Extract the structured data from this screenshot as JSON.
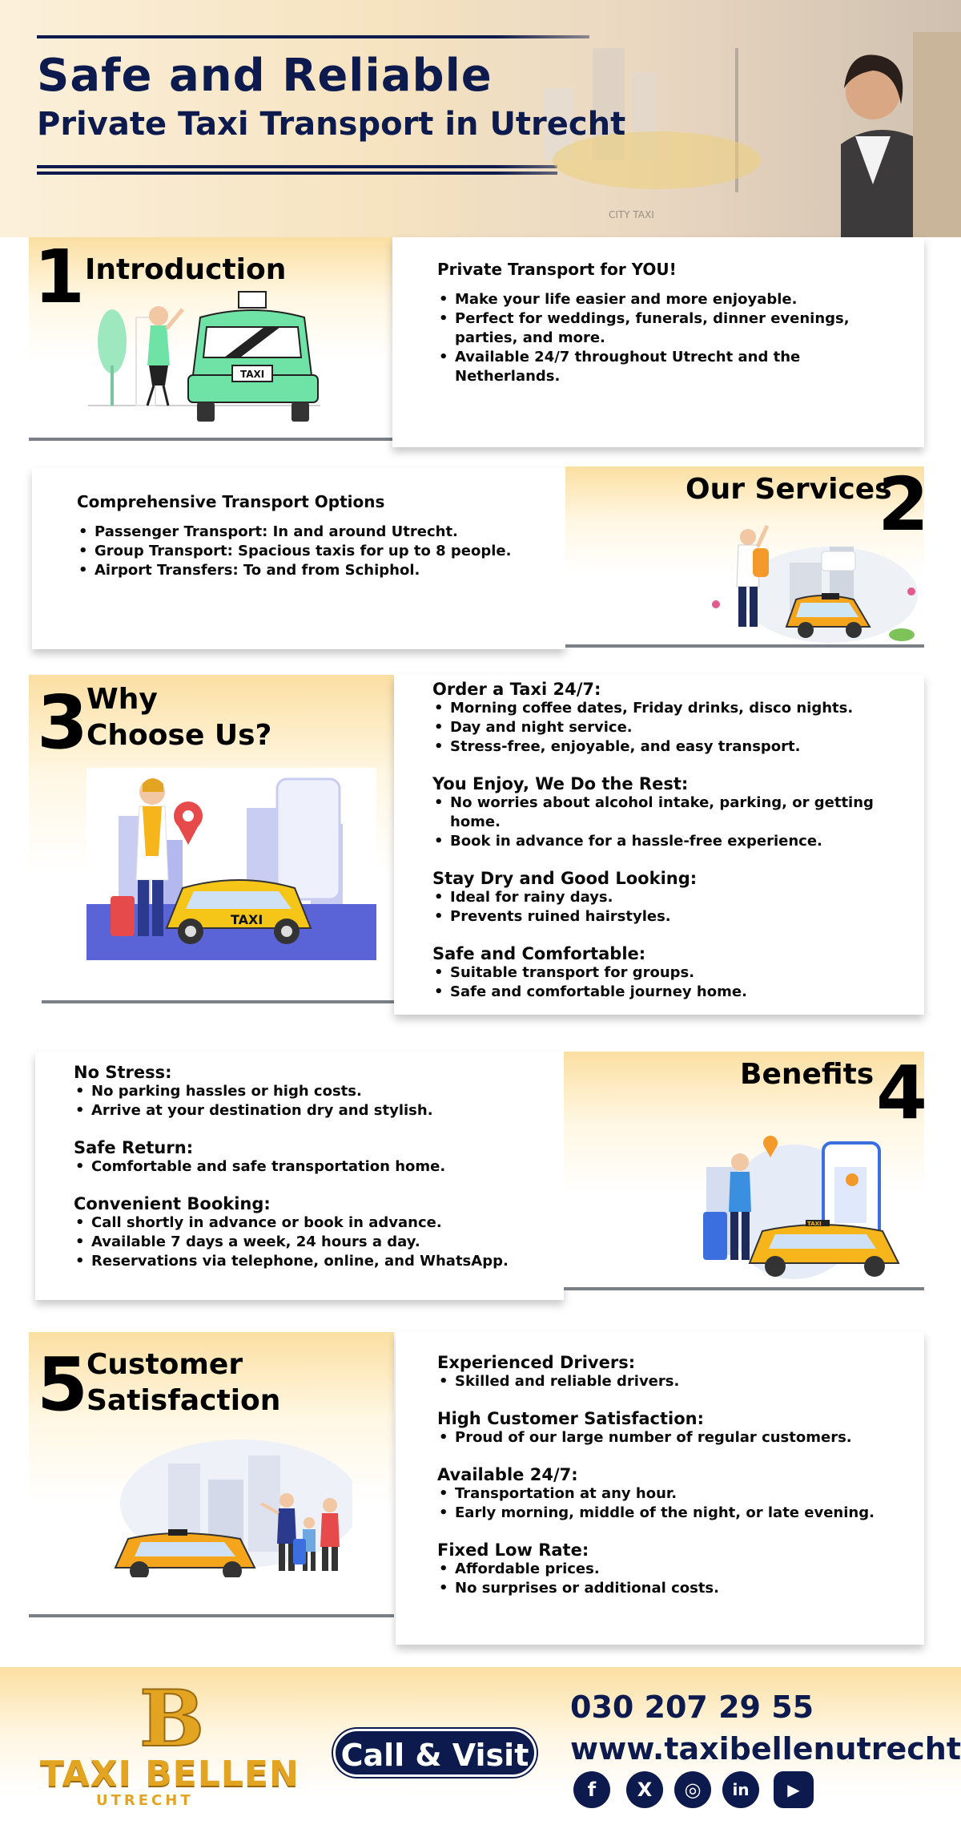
{
  "header": {
    "title_line1": "Safe and Reliable",
    "title_line2": "Private Taxi Transport in Utrecht",
    "photo_sign": "CITY TAXI"
  },
  "sections": [
    {
      "number": "1",
      "title": "Introduction",
      "card_heading": "Private Transport for YOU!",
      "bullets": [
        "Make your life easier and more enjoyable.",
        "Perfect for weddings, funerals, dinner evenings, parties, and more.",
        "Available 24/7 throughout Utrecht and the Netherlands."
      ],
      "illustration_label": "TAXI"
    },
    {
      "number": "2",
      "title": "Our Services",
      "card_heading": "Comprehensive Transport Options",
      "bullets": [
        "Passenger Transport: In and around Utrecht.",
        "Group Transport: Spacious taxis for up to 8 people.",
        "Airport Transfers: To and from Schiphol."
      ]
    },
    {
      "number": "3",
      "title_line1": "Why",
      "title_line2": "Choose Us?",
      "illustration_label": "TAXI",
      "groups": [
        {
          "heading": "Order a Taxi 24/7:",
          "bullets": [
            "Morning coffee dates, Friday drinks, disco nights.",
            "Day and night service.",
            "Stress-free, enjoyable, and easy transport."
          ]
        },
        {
          "heading": "You Enjoy, We Do the Rest:",
          "bullets": [
            "No worries about alcohol intake, parking, or getting home.",
            "Book in advance for a hassle-free experience."
          ]
        },
        {
          "heading": "Stay Dry and Good Looking:",
          "bullets": [
            "Ideal for rainy days.",
            "Prevents ruined hairstyles."
          ]
        },
        {
          "heading": "Safe and Comfortable:",
          "bullets": [
            "Suitable transport for groups.",
            "Safe and comfortable journey home."
          ]
        }
      ]
    },
    {
      "number": "4",
      "title": "Benefits",
      "illustration_label": "TAXI",
      "groups": [
        {
          "heading": "No Stress:",
          "bullets": [
            "No parking hassles or high costs.",
            "Arrive at your destination dry and stylish."
          ]
        },
        {
          "heading": "Safe Return:",
          "bullets": [
            "Comfortable and safe transportation home."
          ]
        },
        {
          "heading": "Convenient Booking:",
          "bullets": [
            "Call shortly in advance or book in advance.",
            "Available 7 days a week, 24 hours a day.",
            "Reservations via telephone, online, and WhatsApp."
          ]
        }
      ]
    },
    {
      "number": "5",
      "title_line1": "Customer",
      "title_line2": "Satisfaction",
      "groups": [
        {
          "heading": "Experienced Drivers:",
          "bullets": [
            "Skilled and reliable drivers."
          ]
        },
        {
          "heading": "High Customer Satisfaction:",
          "bullets": [
            "Proud of our large number of regular customers."
          ]
        },
        {
          "heading": "Available 24/7:",
          "bullets": [
            "Transportation at any hour.",
            "Early morning, middle of the night, or late evening."
          ]
        },
        {
          "heading": "Fixed Low Rate:",
          "bullets": [
            "Affordable prices.",
            "No surprises or additional costs."
          ]
        }
      ]
    }
  ],
  "footer": {
    "logo_letter": "B",
    "brand_name": "TAXI BELLEN",
    "brand_sub": "UTRECHT",
    "cta_label": "Call & Visit",
    "phone": "030 207 29 55",
    "website": "www.taxibellenutrecht.nl",
    "social": [
      {
        "icon": "facebook-icon",
        "glyph": "f"
      },
      {
        "icon": "x-icon",
        "glyph": "X"
      },
      {
        "icon": "instagram-icon",
        "glyph": "◎"
      },
      {
        "icon": "linkedin-icon",
        "glyph": "in"
      },
      {
        "icon": "youtube-icon",
        "glyph": "▶"
      }
    ]
  },
  "colors": {
    "navy": "#0d1a4d",
    "gold": "#e3a422",
    "band": "#fbdfa2",
    "taxi_yellow": "#f5b51b",
    "taxi_green": "#6fe3a5"
  }
}
